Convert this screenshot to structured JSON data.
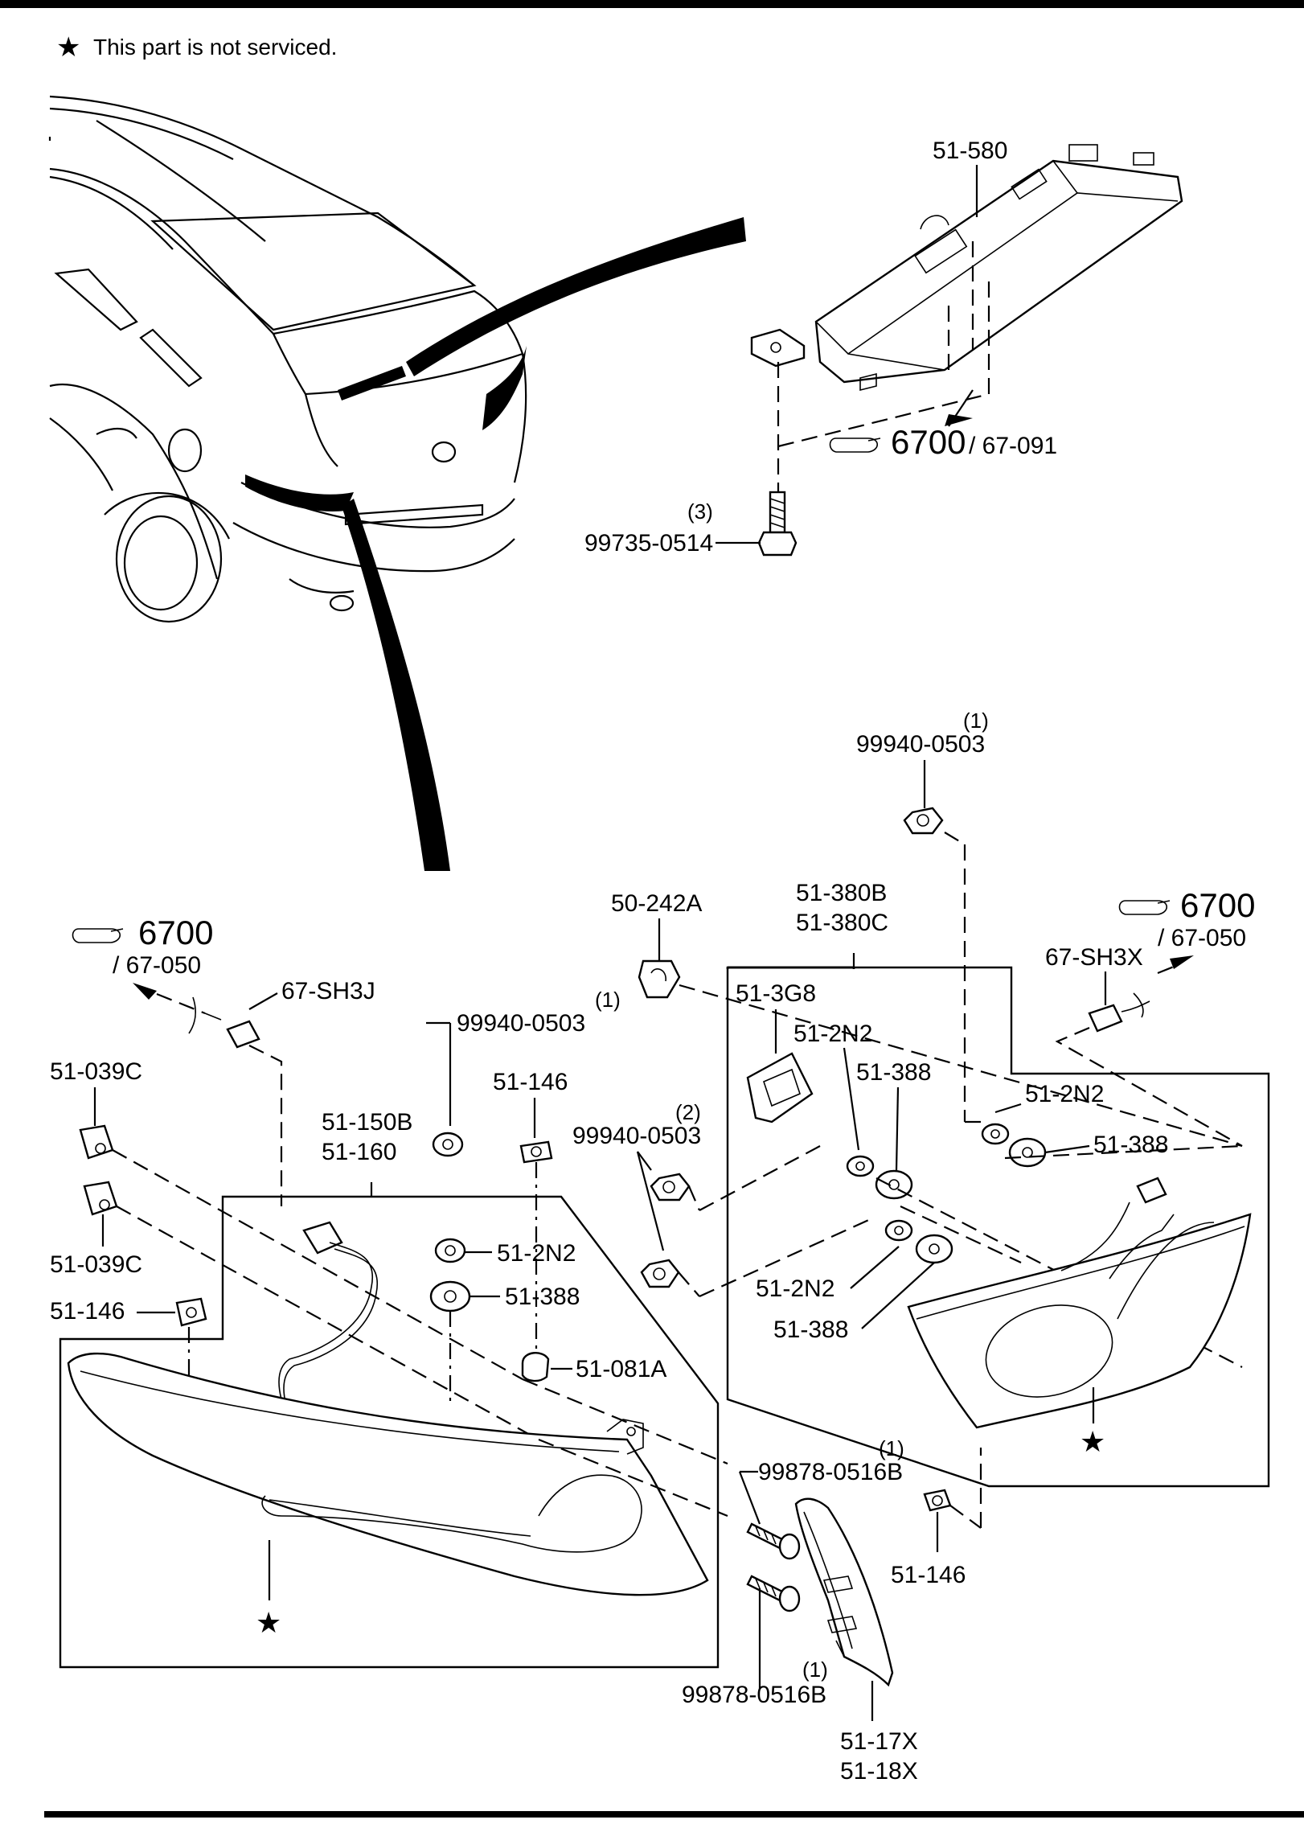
{
  "note": {
    "star": "★",
    "text": "This part is not serviced."
  },
  "refs": {
    "top": {
      "main": "6700",
      "sub": "/ 67-091"
    },
    "left": {
      "main": "6700",
      "sub": "/ 67-050"
    },
    "right": {
      "main": "6700",
      "sub": "/ 67-050"
    }
  },
  "parts": {
    "p51_580": "51-580",
    "p99735": "99735-0514",
    "p99735_qty": "(3)",
    "p99940_top": "99940-0503",
    "p99940_top_qty": "(1)",
    "p50_242A": "50-242A",
    "p51_380B": "51-380B",
    "p51_380C": "51-380C",
    "p67_SH3X": "67-SH3X",
    "p67_SH3J": "67-SH3J",
    "p51_3G8": "51-3G8",
    "p51_2N2_a": "51-2N2",
    "p51_388_a": "51-388",
    "p51_2N2_b": "51-2N2",
    "p51_388_b": "51-388",
    "p99940_mid": "99940-0503",
    "p99940_mid_qty": "(2)",
    "p51_2N2_c": "51-2N2",
    "p51_388_c": "51-388",
    "p99940_left": "99940-0503",
    "p99940_left_qty": "(1)",
    "p51_146_a": "51-146",
    "p51_039C_a": "51-039C",
    "p51_039C_b": "51-039C",
    "p51_150B": "51-150B",
    "p51_160": "51-160",
    "p51_2N2_d": "51-2N2",
    "p51_388_d": "51-388",
    "p51_081A": "51-081A",
    "p51_146_b": "51-146",
    "p99878_a": "99878-0516B",
    "p99878_a_qty": "(1)",
    "p99878_b": "99878-0516B",
    "p99878_b_qty": "(1)",
    "p51_146_c": "51-146",
    "p51_17X": "51-17X",
    "p51_18X": "51-18X"
  },
  "stars": {
    "left_lamp": "★",
    "right_lamp": "★"
  }
}
